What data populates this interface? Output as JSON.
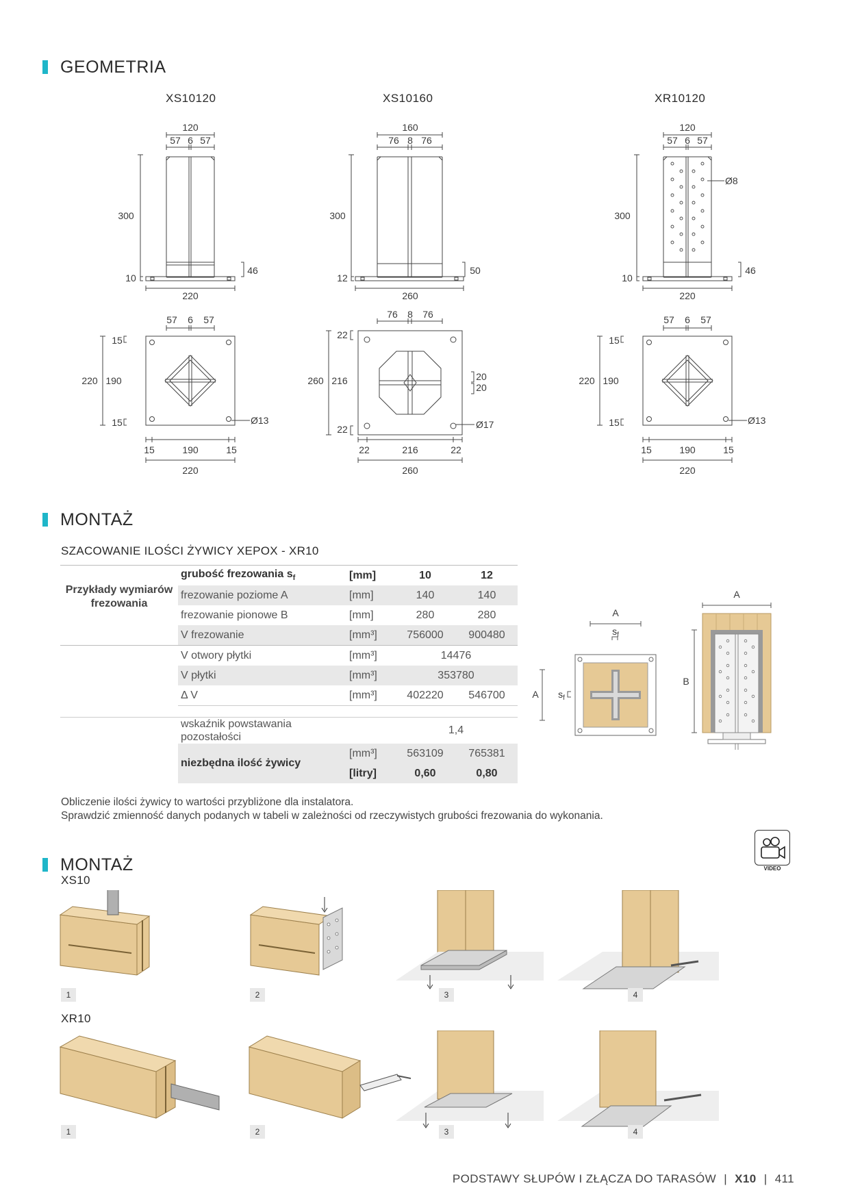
{
  "sections": {
    "geometry_title": "GEOMETRIA",
    "montage_title_1": "MONTAŻ",
    "montage_title_2": "MONTAŻ",
    "resin_subtitle": "SZACOWANIE ILOŚCI ŻYWICY XEPOX - XR10"
  },
  "models": [
    {
      "name": "XS10120",
      "top": {
        "total": "120",
        "parts": [
          "57",
          "6",
          "57"
        ]
      },
      "height": "300",
      "base_left": "10",
      "base_right": "46",
      "base_width": "220",
      "plan_top": [
        "57",
        "6",
        "57"
      ],
      "plan_left": {
        "total": "220",
        "inner": "190",
        "edge": "15"
      },
      "plan_bottom": {
        "parts": [
          "15",
          "190",
          "15"
        ],
        "total": "220"
      },
      "hole": "Ø13"
    },
    {
      "name": "XS10160",
      "top": {
        "total": "160",
        "parts": [
          "76",
          "8",
          "76"
        ]
      },
      "height": "300",
      "base_left": "12",
      "base_right": "50",
      "base_width": "260",
      "plan_top": [
        "76",
        "8",
        "76"
      ],
      "plan_left": {
        "total": "260",
        "inner": "216",
        "edge": "22"
      },
      "plan_bottom": {
        "parts": [
          "22",
          "216",
          "22"
        ],
        "total": "260"
      },
      "plan_right": [
        "20",
        "20"
      ],
      "hole": "Ø17"
    },
    {
      "name": "XR10120",
      "top": {
        "total": "120",
        "parts": [
          "57",
          "6",
          "57"
        ]
      },
      "height": "300",
      "base_left": "10",
      "base_right": "46",
      "base_width": "220",
      "plate_hole": "Ø8",
      "plan_top": [
        "57",
        "6",
        "57"
      ],
      "plan_left": {
        "total": "220",
        "inner": "190",
        "edge": "15"
      },
      "plan_bottom": {
        "parts": [
          "15",
          "190",
          "15"
        ],
        "total": "220"
      },
      "hole": "Ø13"
    }
  ],
  "table": {
    "row_group_label": "Przykłady wymiarów frezowania",
    "header": {
      "label": "grubość frezowania s",
      "sub": "f",
      "unit": "[mm]",
      "v1": "10",
      "v2": "12"
    },
    "rows": [
      {
        "label": "frezowanie poziome A",
        "unit": "[mm]",
        "v1": "140",
        "v2": "140"
      },
      {
        "label": "frezowanie pionowe B",
        "unit": "[mm]",
        "v1": "280",
        "v2": "280"
      },
      {
        "label": "V frezowanie",
        "unit": "[mm³]",
        "v1": "756000",
        "v2": "900480"
      },
      {
        "label": "V otwory płytki",
        "unit": "[mm³]",
        "merged": "14476"
      },
      {
        "label": "V płytki",
        "unit": "[mm³]",
        "merged": "353780"
      },
      {
        "label": "Δ V",
        "unit": "[mm³]",
        "v1": "402220",
        "v2": "546700"
      },
      {
        "label": "wskaźnik powstawania pozostałości",
        "unit": "",
        "merged": "1,4"
      }
    ],
    "final": {
      "label": "niezbędna ilość żywicy",
      "unit1": "[mm³]",
      "a1": "563109",
      "a2": "765381",
      "unit2": "[litry]",
      "b1": "0,60",
      "b2": "0,80"
    }
  },
  "schematic": {
    "a": "A",
    "a_top": "A",
    "sf": "s",
    "sf_sub": "f",
    "b": "B"
  },
  "notes": [
    "Obliczenie ilości żywicy to wartości przybliżone dla instalatora.",
    "Sprawdzić zmienność danych podanych w tabeli w zależności od rzeczywistych grubości frezowania do wykonania."
  ],
  "video_label": "VIDEO",
  "steps": {
    "xs_title": "XS10",
    "xr_title": "XR10",
    "xs": [
      "1",
      "2",
      "3",
      "4"
    ],
    "xr": [
      "1",
      "2",
      "3",
      "4"
    ]
  },
  "footer": {
    "text": "PODSTAWY SŁUPÓW  I ZŁĄCZA DO TARASÓW",
    "code": "X10",
    "page": "411"
  },
  "colors": {
    "accent": "#1fb6c9",
    "wood": "#e6c995",
    "shade": "#e8e8e8"
  }
}
